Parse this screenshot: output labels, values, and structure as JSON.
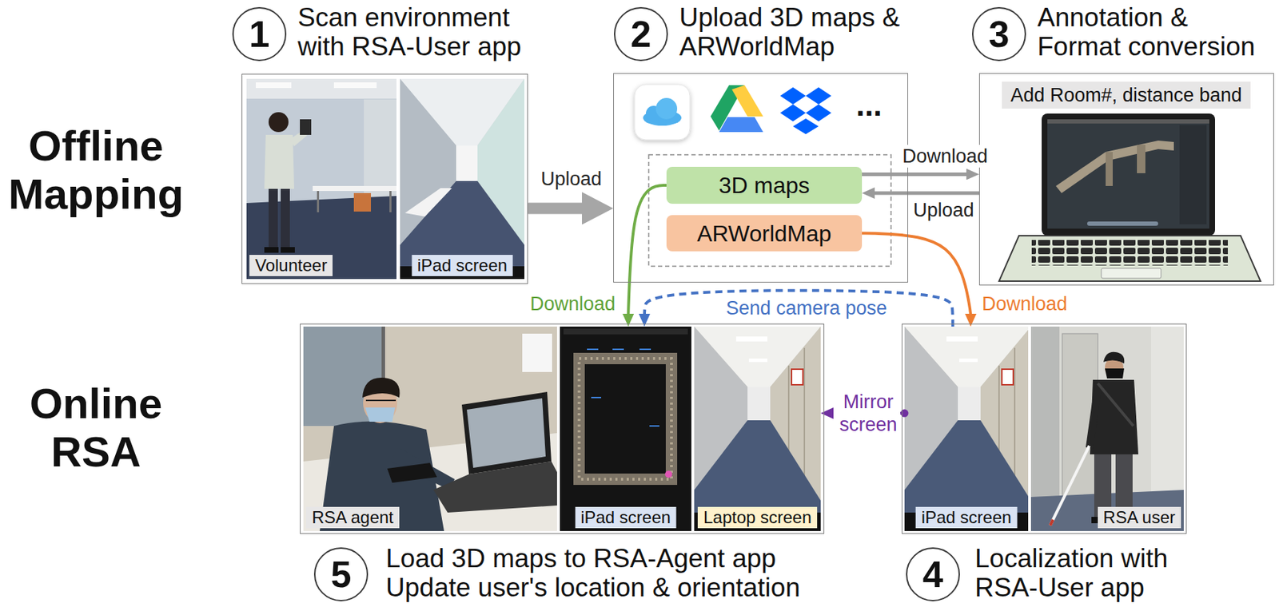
{
  "diagram": {
    "nodes": [
      {
        "text": [
          "1"
        ]
      },
      {
        "text": [
          "Scan environment with RSA-User app"
        ]
      },
      {
        "text": [
          "Volunteer"
        ],
        "in": 1
      },
      {
        "text": [
          "iPad screen"
        ],
        "in": 1
      },
      {
        "text": [
          "2"
        ]
      },
      {
        "text": [
          "Upload 3D maps & ARWorldMap"
        ]
      },
      {
        "text": [
          "3D maps"
        ],
        "in": 5
      },
      {
        "text": [
          "ARWorldMap"
        ],
        "in": 5
      },
      {
        "text": [
          "3"
        ]
      },
      {
        "text": [
          "Annotation & Format conversion"
        ]
      },
      {
        "text": [
          "Add Room#, distance band"
        ],
        "in": 9
      },
      {
        "text": [
          "Load 3D maps to RSA-Agent app Update user's location & orientation"
        ]
      },
      {
        "text": [
          "RSA agent"
        ],
        "in": 11
      },
      {
        "text": [
          "iPad screen"
        ],
        "in": 11
      },
      {
        "text": [
          "Laptop screen"
        ],
        "in": 11
      },
      {
        "text": [
          "5"
        ]
      },
      {
        "text": [
          "Localization with RSA-User app"
        ]
      },
      {
        "text": [
          "iPad screen"
        ],
        "in": 16
      },
      {
        "text": [
          "RSA user"
        ],
        "in": 16
      },
      {
        "text": [
          "4"
        ]
      }
    ],
    "edges": [
      {
        "from": 1,
        "to": 5,
        "arrow": "to",
        "label": "Upload"
      },
      {
        "from": 6,
        "to": 9,
        "arrow": "to",
        "label": "Download"
      },
      {
        "from": 9,
        "to": 6,
        "arrow": "to",
        "label": "Upload"
      },
      {
        "from": 6,
        "to": 13,
        "arrow": "to",
        "label": "Download"
      },
      {
        "from": 7,
        "to": 17,
        "arrow": "to",
        "label": "Download"
      },
      {
        "from": 17,
        "to": 13,
        "arrow": "to",
        "label": "Send camera pose"
      },
      {
        "from": 17,
        "to": 14,
        "arrow": "to",
        "label": "Mirror screen"
      }
    ],
    "labels": [
      "Offline Mapping",
      "Online RSA",
      "..."
    ]
  }
}
